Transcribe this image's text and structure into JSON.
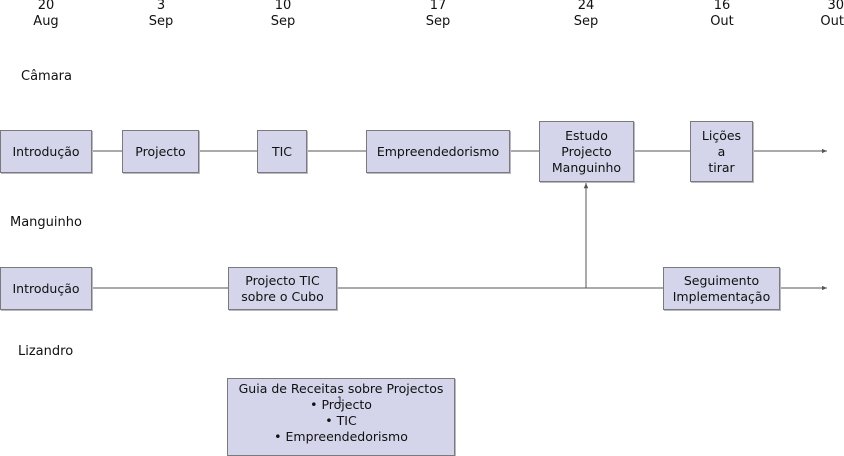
{
  "timeline": {
    "dates": [
      {
        "day": "20",
        "month": "Aug"
      },
      {
        "day": "3",
        "month": "Sep"
      },
      {
        "day": "10",
        "month": "Sep"
      },
      {
        "day": "17",
        "month": "Sep"
      },
      {
        "day": "24",
        "month": "Sep"
      },
      {
        "day": "16",
        "month": "Out"
      },
      {
        "day": "30",
        "month": "Out"
      }
    ]
  },
  "rows": {
    "camara": {
      "label": "Câmara",
      "boxes": [
        {
          "lines": [
            "Introdução"
          ]
        },
        {
          "lines": [
            "Projecto"
          ]
        },
        {
          "lines": [
            "TIC"
          ]
        },
        {
          "lines": [
            "Empreendedorismo"
          ]
        },
        {
          "lines": [
            "Estudo",
            "Projecto",
            "Manguinho"
          ]
        },
        {
          "lines": [
            "Lições",
            "a",
            "tirar"
          ]
        }
      ]
    },
    "manguinho": {
      "label": "Manguinho",
      "boxes": [
        {
          "lines": [
            "Introdução"
          ]
        },
        {
          "lines": [
            "Projecto TIC",
            "sobre o Cubo"
          ]
        },
        {
          "lines": [
            "Seguimento",
            "Implementação"
          ]
        }
      ]
    },
    "lizandro": {
      "label": "Lizandro",
      "guide": {
        "title": "Guia de Receitas sobre Projectos",
        "items": [
          "• Projecto",
          "• TIC",
          "• Empreendedorismo"
        ],
        "overlay_mark": "1"
      }
    }
  },
  "colors": {
    "box_fill": "#d4d4ea",
    "box_border": "#7a7a7a",
    "line": "#555555"
  }
}
